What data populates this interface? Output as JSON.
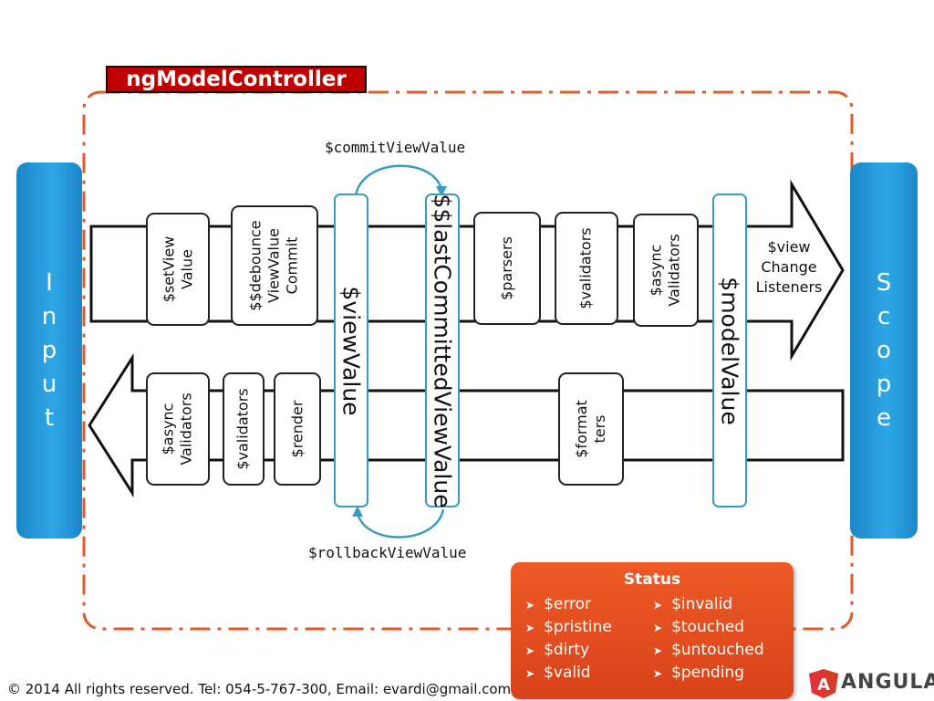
{
  "title": "ngModelController",
  "input_label": "I\nn\np\nu\nt",
  "scope_label": "S\nc\no\np\ne",
  "forward_boxes": [
    "$setView\nValue",
    "$$debounce\nViewValue\nCommit",
    "$parsers",
    "$validators",
    "$async\nValidators"
  ],
  "backward_boxes": [
    "$async\nValidators",
    "$validators",
    "$render",
    "$format\nters"
  ],
  "pillars": {
    "view_value": "$viewValue",
    "last_committed": "$$lastCommittedViewValue",
    "model_value": "$modelValue"
  },
  "commit_label": "$commitViewValue",
  "rollback_label": "$rollbackViewValue",
  "listeners_label": "$view\nChange\nListeners",
  "status": {
    "title": "Status",
    "left": [
      "$error",
      "$pristine",
      "$dirty",
      "$valid"
    ],
    "right": [
      "$invalid",
      "$touched",
      "$untouched",
      "$pending"
    ]
  },
  "footer": "© 2014 All rights reserved. Tel: 054-5-767-300, Email: evardi@gmail.com",
  "logo": "ANGULARJS",
  "colors": {
    "title_bg": "#c00000",
    "side_blue": "#2ea7e6",
    "dashed_border": "#e05a2a",
    "status_bg": "#e2501f",
    "pillar_border": "#3a9cc4"
  }
}
